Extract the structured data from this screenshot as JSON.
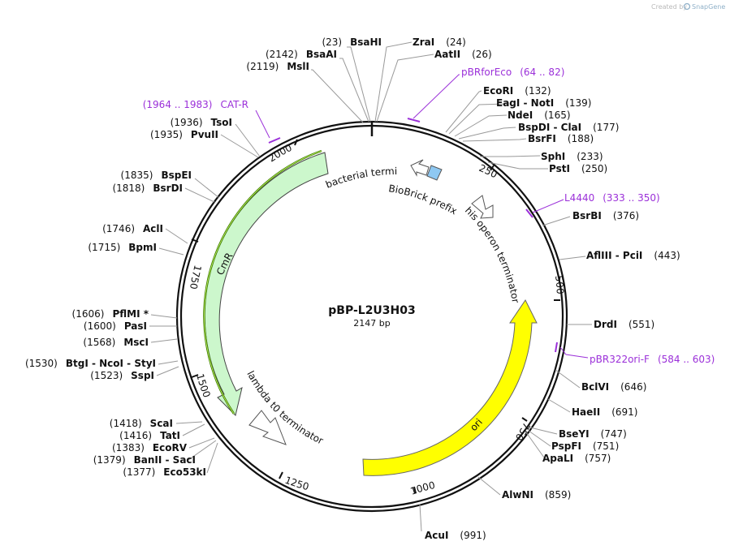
{
  "credit": {
    "prefix": "Created by",
    "brand": "SnapGene"
  },
  "plasmid": {
    "name": "pBP-L2U3H03",
    "length_label": "2147 bp",
    "length": 2147
  },
  "ticks": [
    "250",
    "500",
    "750",
    "1000",
    "1250",
    "1500",
    "1750",
    "2000"
  ],
  "features": [
    {
      "id": "bacterial-terminator",
      "label": "bacterial terminator"
    },
    {
      "id": "biobrick-prefix",
      "label": "BioBrick prefix"
    },
    {
      "id": "his-operon-terminator",
      "label": "his operon terminator"
    },
    {
      "id": "cmr",
      "label": "CmR"
    },
    {
      "id": "lambda-t0-terminator",
      "label": "lambda t0 terminator"
    },
    {
      "id": "ori",
      "label": "ori"
    }
  ],
  "colors": {
    "cmr": "#ccf7cc",
    "cmr_line": "#3a7d00",
    "ori": "#ffff00",
    "primer": "#9b30d9",
    "biobrick": "#8ec8f2"
  },
  "sites_right": [
    {
      "id": "zrai",
      "name": "ZraI",
      "pos": "(24)"
    },
    {
      "id": "aatii",
      "name": "AatII",
      "pos": "(26)"
    },
    {
      "id": "ecori",
      "name": "EcoRI",
      "pos": "(132)"
    },
    {
      "id": "eagi-noti",
      "name": "EagI  -  NotI",
      "pos": "(139)"
    },
    {
      "id": "ndei",
      "name": "NdeI",
      "pos": "(165)"
    },
    {
      "id": "bspdi-clai",
      "name": "BspDI  -  ClaI",
      "pos": "(177)"
    },
    {
      "id": "bsrfi",
      "name": "BsrFI",
      "pos": "(188)"
    },
    {
      "id": "sphi",
      "name": "SphI",
      "pos": "(233)"
    },
    {
      "id": "psti",
      "name": "PstI",
      "pos": "(250)"
    },
    {
      "id": "bsrbi",
      "name": "BsrBI",
      "pos": "(376)"
    },
    {
      "id": "afliii-pcii",
      "name": "AflIII   -  PciI",
      "pos": "(443)"
    },
    {
      "id": "drdi",
      "name": "DrdI",
      "pos": "(551)"
    },
    {
      "id": "bclvi",
      "name": "BclVI",
      "pos": "(646)"
    },
    {
      "id": "haeii",
      "name": "HaeII",
      "pos": "(691)"
    },
    {
      "id": "bseyi",
      "name": "BseYI",
      "pos": "(747)"
    },
    {
      "id": "pspfi",
      "name": "PspFI",
      "pos": "(751)"
    },
    {
      "id": "apali",
      "name": "ApaLI",
      "pos": "(757)"
    },
    {
      "id": "alwni",
      "name": "AlwNI",
      "pos": "(859)"
    },
    {
      "id": "acui",
      "name": "AcuI",
      "pos": "(991)"
    }
  ],
  "sites_left": [
    {
      "id": "bsahi",
      "name": "BsaHI",
      "pos": "(23)"
    },
    {
      "id": "bsaai",
      "name": "BsaAI",
      "pos": "(2142)"
    },
    {
      "id": "msli",
      "name": "MslI",
      "pos": "(2119)"
    },
    {
      "id": "tsoi",
      "name": "TsoI",
      "pos": "(1936)"
    },
    {
      "id": "pvuii",
      "name": "PvuII",
      "pos": "(1935)"
    },
    {
      "id": "bspei",
      "name": "BspEI",
      "pos": "(1835)"
    },
    {
      "id": "bsrdi",
      "name": "BsrDI",
      "pos": "(1818)"
    },
    {
      "id": "acli",
      "name": "AclI",
      "pos": "(1746)"
    },
    {
      "id": "bpmi",
      "name": "BpmI",
      "pos": "(1715)"
    },
    {
      "id": "pflmi",
      "name": "PflMI *",
      "pos": "(1606)"
    },
    {
      "id": "pasi",
      "name": "PasI",
      "pos": "(1600)"
    },
    {
      "id": "msci",
      "name": "MscI",
      "pos": "(1568)"
    },
    {
      "id": "btgi-ncoi-styi",
      "name": "BtgI  -  NcoI  -  StyI",
      "pos": "(1530)"
    },
    {
      "id": "sspi",
      "name": "SspI",
      "pos": "(1523)"
    },
    {
      "id": "scai",
      "name": "ScaI",
      "pos": "(1418)"
    },
    {
      "id": "tati",
      "name": "TatI",
      "pos": "(1416)"
    },
    {
      "id": "ecorv",
      "name": "EcoRV",
      "pos": "(1383)"
    },
    {
      "id": "banii-saci",
      "name": "BanII  -  SacI",
      "pos": "(1379)"
    },
    {
      "id": "eco53ki",
      "name": "Eco53kI",
      "pos": "(1377)"
    }
  ],
  "primers": [
    {
      "id": "pbrforeco",
      "name": "pBRforEco",
      "range": "(64 .. 82)"
    },
    {
      "id": "l4440",
      "name": "L4440",
      "range": "(333 .. 350)"
    },
    {
      "id": "pbr322ori-f",
      "name": "pBR322ori-F",
      "range": "(584 .. 603)"
    },
    {
      "id": "cat-r",
      "name": "CAT-R",
      "range": "(1964 .. 1983)"
    }
  ]
}
